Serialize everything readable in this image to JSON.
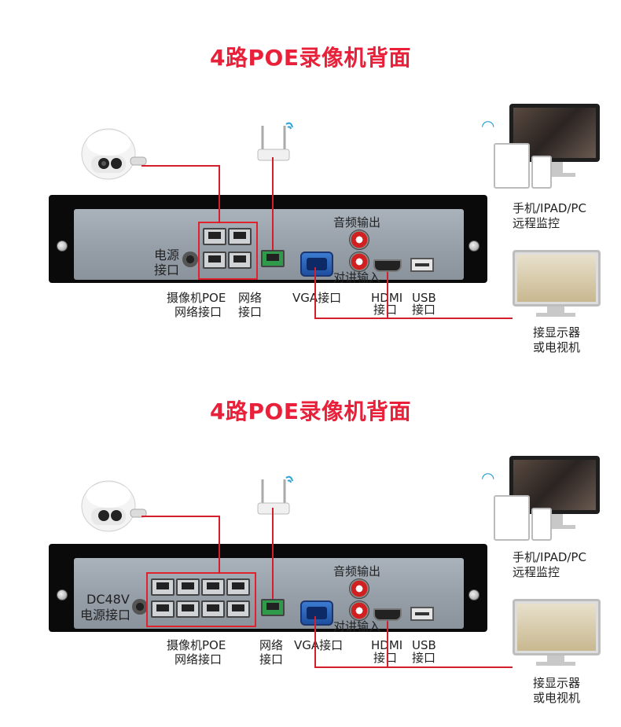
{
  "sections": [
    {
      "title": "4路POE录像机背面",
      "labels": {
        "power_line1": "电源",
        "power_line2": "接口",
        "poe_line1": "摄像机POE",
        "poe_line2": "网络接口",
        "net_line1": "网络",
        "net_line2": "接口",
        "vga": "VGA接口",
        "audio_out": "音频输出",
        "intercom_in": "对讲输入",
        "hdmi_line1": "HDMI",
        "hdmi_line2": "接口",
        "usb_line1": "USB",
        "usb_line2": "接口",
        "mobile_line1": "手机/IPAD/PC",
        "mobile_line2": "远程监控",
        "display_line1": "接显示器",
        "display_line2": "或电视机"
      }
    },
    {
      "title": "4路POE录像机背面",
      "labels": {
        "power_line1": "DC48V",
        "power_line2": "电源接口",
        "poe_line1": "摄像机POE",
        "poe_line2": "网络接口",
        "net_line1": "网络",
        "net_line2": "接口",
        "vga": "VGA接口",
        "audio_out": "音频输出",
        "intercom_in": "对讲输入",
        "hdmi_line1": "HDMI",
        "hdmi_line2": "接口",
        "usb_line1": "USB",
        "usb_line2": "接口",
        "mobile_line1": "手机/IPAD/PC",
        "mobile_line2": "远程监控",
        "display_line1": "接显示器",
        "display_line2": "或电视机"
      }
    }
  ],
  "colors": {
    "accent": "#e8203a",
    "line": "#d41e2c"
  }
}
